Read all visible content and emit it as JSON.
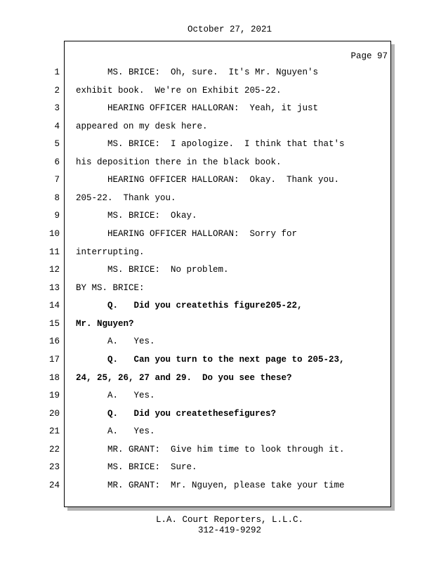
{
  "header": {
    "date": "October 27, 2021"
  },
  "page": {
    "label": "Page 97"
  },
  "lines": [
    {
      "n": "1",
      "text": "      MS. BRICE:  Oh, sure.  It's Mr. Nguyen's",
      "bold": false
    },
    {
      "n": "2",
      "text": "exhibit book.  We're on Exhibit 205-22.",
      "bold": false
    },
    {
      "n": "3",
      "text": "      HEARING OFFICER HALLORAN:  Yeah, it just",
      "bold": false
    },
    {
      "n": "4",
      "text": "appeared on my desk here.",
      "bold": false
    },
    {
      "n": "5",
      "text": "      MS. BRICE:  I apologize.  I think that that's",
      "bold": false
    },
    {
      "n": "6",
      "text": "his deposition there in the black book.",
      "bold": false
    },
    {
      "n": "7",
      "text": "      HEARING OFFICER HALLORAN:  Okay.  Thank you.",
      "bold": false
    },
    {
      "n": "8",
      "text": "205-22.  Thank you.",
      "bold": false
    },
    {
      "n": "9",
      "text": "      MS. BRICE:  Okay.",
      "bold": false
    },
    {
      "n": "10",
      "text": "      HEARING OFFICER HALLORAN:  Sorry for",
      "bold": false
    },
    {
      "n": "11",
      "text": "interrupting.",
      "bold": false
    },
    {
      "n": "12",
      "text": "      MS. BRICE:  No problem.",
      "bold": false
    },
    {
      "n": "13",
      "text": "BY MS. BRICE:",
      "bold": false
    },
    {
      "n": "14",
      "text": "      Q.   Did you createthis figure205-22,",
      "bold": true
    },
    {
      "n": "15",
      "text": "Mr. Nguyen?",
      "bold": true
    },
    {
      "n": "16",
      "text": "      A.   Yes.",
      "bold": false
    },
    {
      "n": "17",
      "text": "      Q.   Can you turn to the next page to 205-23,",
      "bold": true
    },
    {
      "n": "18",
      "text": "24, 25, 26, 27 and 29.  Do you see these?",
      "bold": true
    },
    {
      "n": "19",
      "text": "      A.   Yes.",
      "bold": false
    },
    {
      "n": "20",
      "text": "      Q.   Did you createthesefigures?",
      "bold": true
    },
    {
      "n": "21",
      "text": "      A.   Yes.",
      "bold": false
    },
    {
      "n": "22",
      "text": "      MR. GRANT:  Give him time to look through it.",
      "bold": false
    },
    {
      "n": "23",
      "text": "      MS. BRICE:  Sure.",
      "bold": false
    },
    {
      "n": "24",
      "text": "      MR. GRANT:  Mr. Nguyen, please take your time",
      "bold": false
    }
  ],
  "footer": {
    "company": "L.A. Court Reporters, L.L.C.",
    "phone": "312-419-9292"
  }
}
